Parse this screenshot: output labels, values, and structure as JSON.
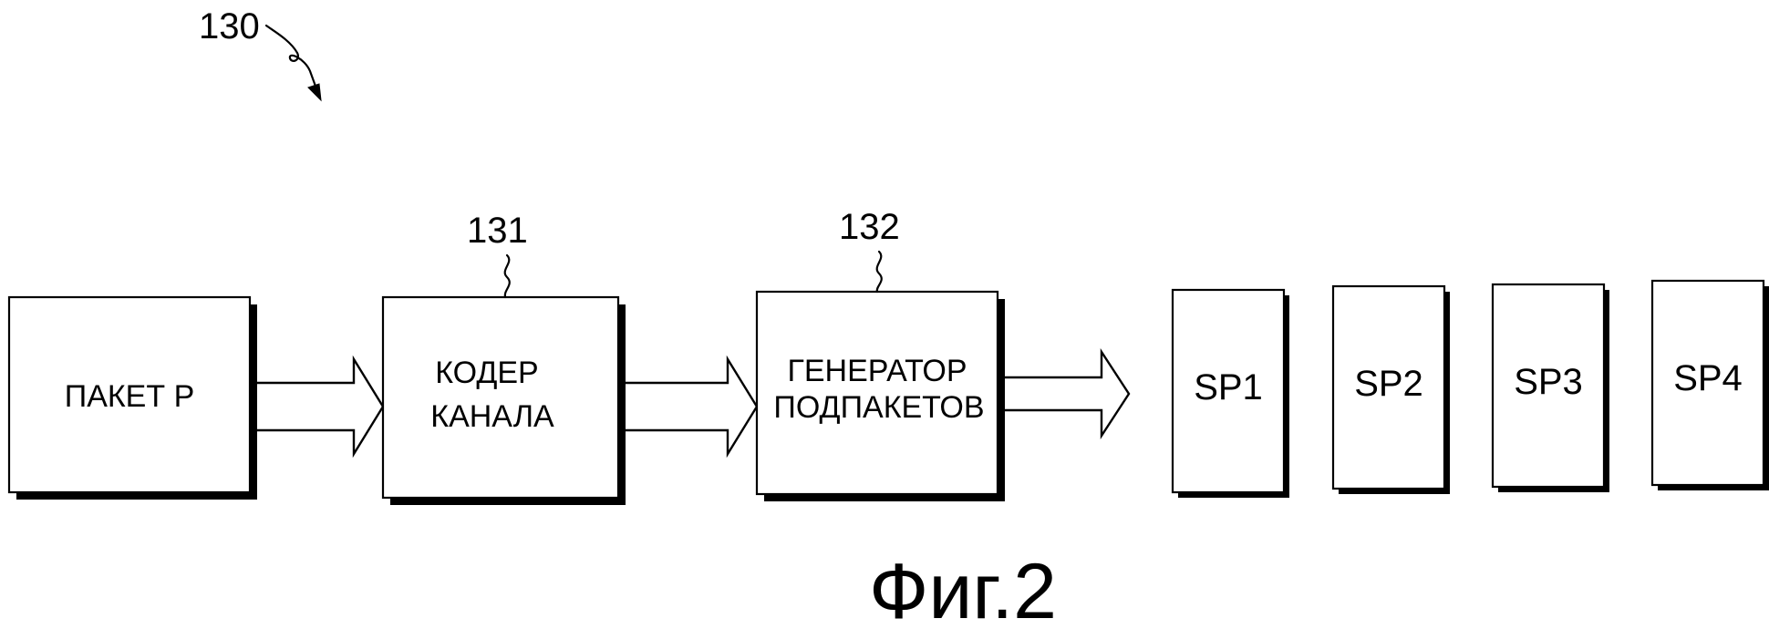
{
  "figure": {
    "ref_main": "130",
    "caption": "Фиг.2"
  },
  "blocks": {
    "packet": {
      "label": "ПАКЕТ Р"
    },
    "encoder": {
      "ref": "131",
      "label_line1": "КОДЕР",
      "label_line2": "КАНАЛА"
    },
    "generator": {
      "ref": "132",
      "label_line1": "ГЕНЕРАТОР",
      "label_line2": "ПОДПАКЕТОВ"
    }
  },
  "subpackets": [
    {
      "label": "SP1"
    },
    {
      "label": "SP2"
    },
    {
      "label": "SP3"
    },
    {
      "label": "SP4"
    }
  ]
}
